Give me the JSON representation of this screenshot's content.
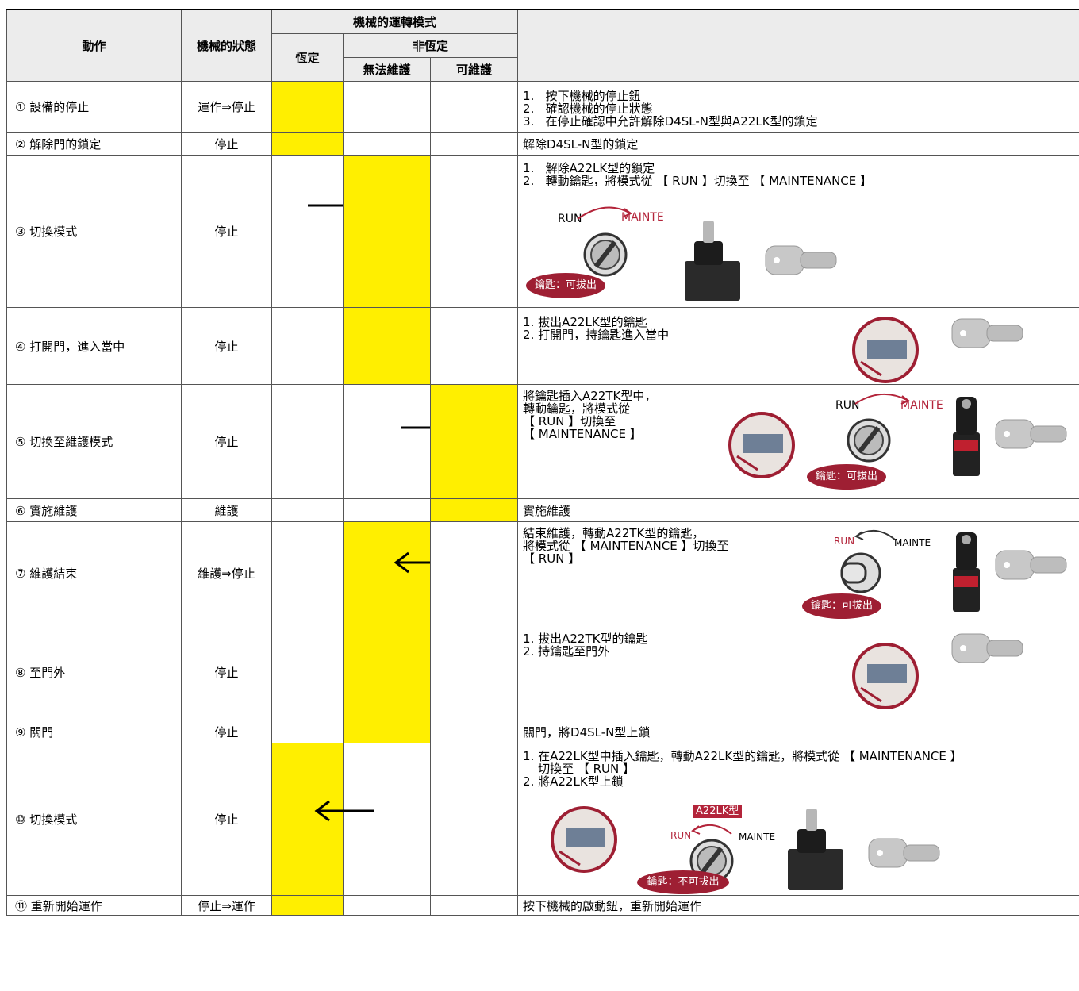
{
  "header": {
    "col_action": "動作",
    "col_state": "機械的狀態",
    "col_mode": "機械的運轉模式",
    "col_fixed": "恆定",
    "col_nonfixed": "非恆定",
    "col_no_maint": "無法維護",
    "col_maint": "可維護"
  },
  "rows": [
    {
      "action": "① 設備的停止",
      "state": "運作⇒停止",
      "lines": [
        "1.   按下機械的停止鈕",
        "2.   確認機械的停止狀態",
        "3.   在停止確認中允許解除D4SL-N型與A22LK型的鎖定"
      ]
    },
    {
      "action": "② 解除門的鎖定",
      "state": "停止",
      "text": "解除D4SL-N型的鎖定"
    },
    {
      "action": "③ 切換模式",
      "state": "停止",
      "lines": [
        "1.   解除A22LK型的鎖定",
        "2.   轉動鑰匙，將模式從 【 RUN 】切換至 【 MAINTENANCE 】"
      ],
      "run": "RUN",
      "mainte": "MAINTE",
      "badge": "鑰匙：可拔出"
    },
    {
      "action": "④ 打開門，進入當中",
      "state": "停止",
      "lines": [
        "1. 拔出A22LK型的鑰匙",
        "2. 打開門，持鑰匙進入當中"
      ]
    },
    {
      "action": "⑤ 切換至維護模式",
      "state": "停止",
      "lines": [
        "將鑰匙插入A22TK型中，",
        "轉動鑰匙，將模式從",
        "【 RUN 】切換至",
        "【 MAINTENANCE 】"
      ],
      "run": "RUN",
      "mainte": "MAINTE",
      "badge": "鑰匙：可拔出"
    },
    {
      "action": "⑥ 實施維護",
      "state": "維護",
      "text": "實施維護"
    },
    {
      "action": "⑦ 維護結束",
      "state": "維護⇒停止",
      "lines": [
        "結束維護，轉動A22TK型的鑰匙，",
        "將模式從 【 MAINTENANCE 】切換至",
        "【 RUN 】"
      ],
      "run": "RUN",
      "mainte": "MAINTE",
      "badge": "鑰匙：可拔出"
    },
    {
      "action": "⑧ 至門外",
      "state": "停止",
      "lines": [
        "1. 拔出A22TK型的鑰匙",
        "2. 持鑰匙至門外"
      ]
    },
    {
      "action": "⑨ 關門",
      "state": "停止",
      "text": "關門，將D4SL-N型上鎖"
    },
    {
      "action": "⑩ 切換模式",
      "state": "停止",
      "lines": [
        "1. 在A22LK型中插入鑰匙，轉動A22LK型的鑰匙，將模式從 【 MAINTENANCE 】",
        "    切換至 【 RUN 】",
        "2. 將A22LK型上鎖"
      ],
      "tag": "A22LK型",
      "run": "RUN",
      "mainte": "MAINTE",
      "badge": "鑰匙：不可拔出"
    },
    {
      "action": "⑪ 重新開始運作",
      "state": "停止⇒運作",
      "text": "按下機械的啟動鈕，重新開始運作"
    }
  ],
  "colors": {
    "highlight": "#ffef00",
    "accent": "#9e1f33",
    "header_bg": "#ececec"
  }
}
